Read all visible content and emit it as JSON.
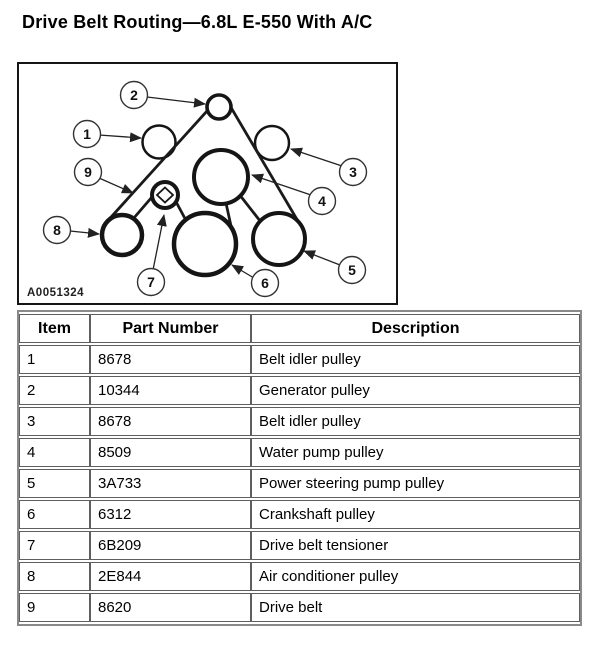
{
  "title": "Drive Belt Routing—6.8L E-550 With A/C",
  "diagram": {
    "figure_label": "A0051324",
    "callouts": [
      "1",
      "2",
      "3",
      "4",
      "5",
      "6",
      "7",
      "8",
      "9"
    ]
  },
  "table": {
    "headers": [
      "Item",
      "Part Number",
      "Description"
    ],
    "rows": [
      {
        "item": "1",
        "part_number": "8678",
        "description": "Belt idler pulley"
      },
      {
        "item": "2",
        "part_number": "10344",
        "description": "Generator pulley"
      },
      {
        "item": "3",
        "part_number": "8678",
        "description": "Belt idler pulley"
      },
      {
        "item": "4",
        "part_number": "8509",
        "description": "Water pump pulley"
      },
      {
        "item": "5",
        "part_number": "3A733",
        "description": "Power steering pump pulley"
      },
      {
        "item": "6",
        "part_number": "6312",
        "description": "Crankshaft pulley"
      },
      {
        "item": "7",
        "part_number": "6B209",
        "description": "Drive belt tensioner"
      },
      {
        "item": "8",
        "part_number": "2E844",
        "description": "Air conditioner pulley"
      },
      {
        "item": "9",
        "part_number": "8620",
        "description": "Drive belt"
      }
    ]
  }
}
